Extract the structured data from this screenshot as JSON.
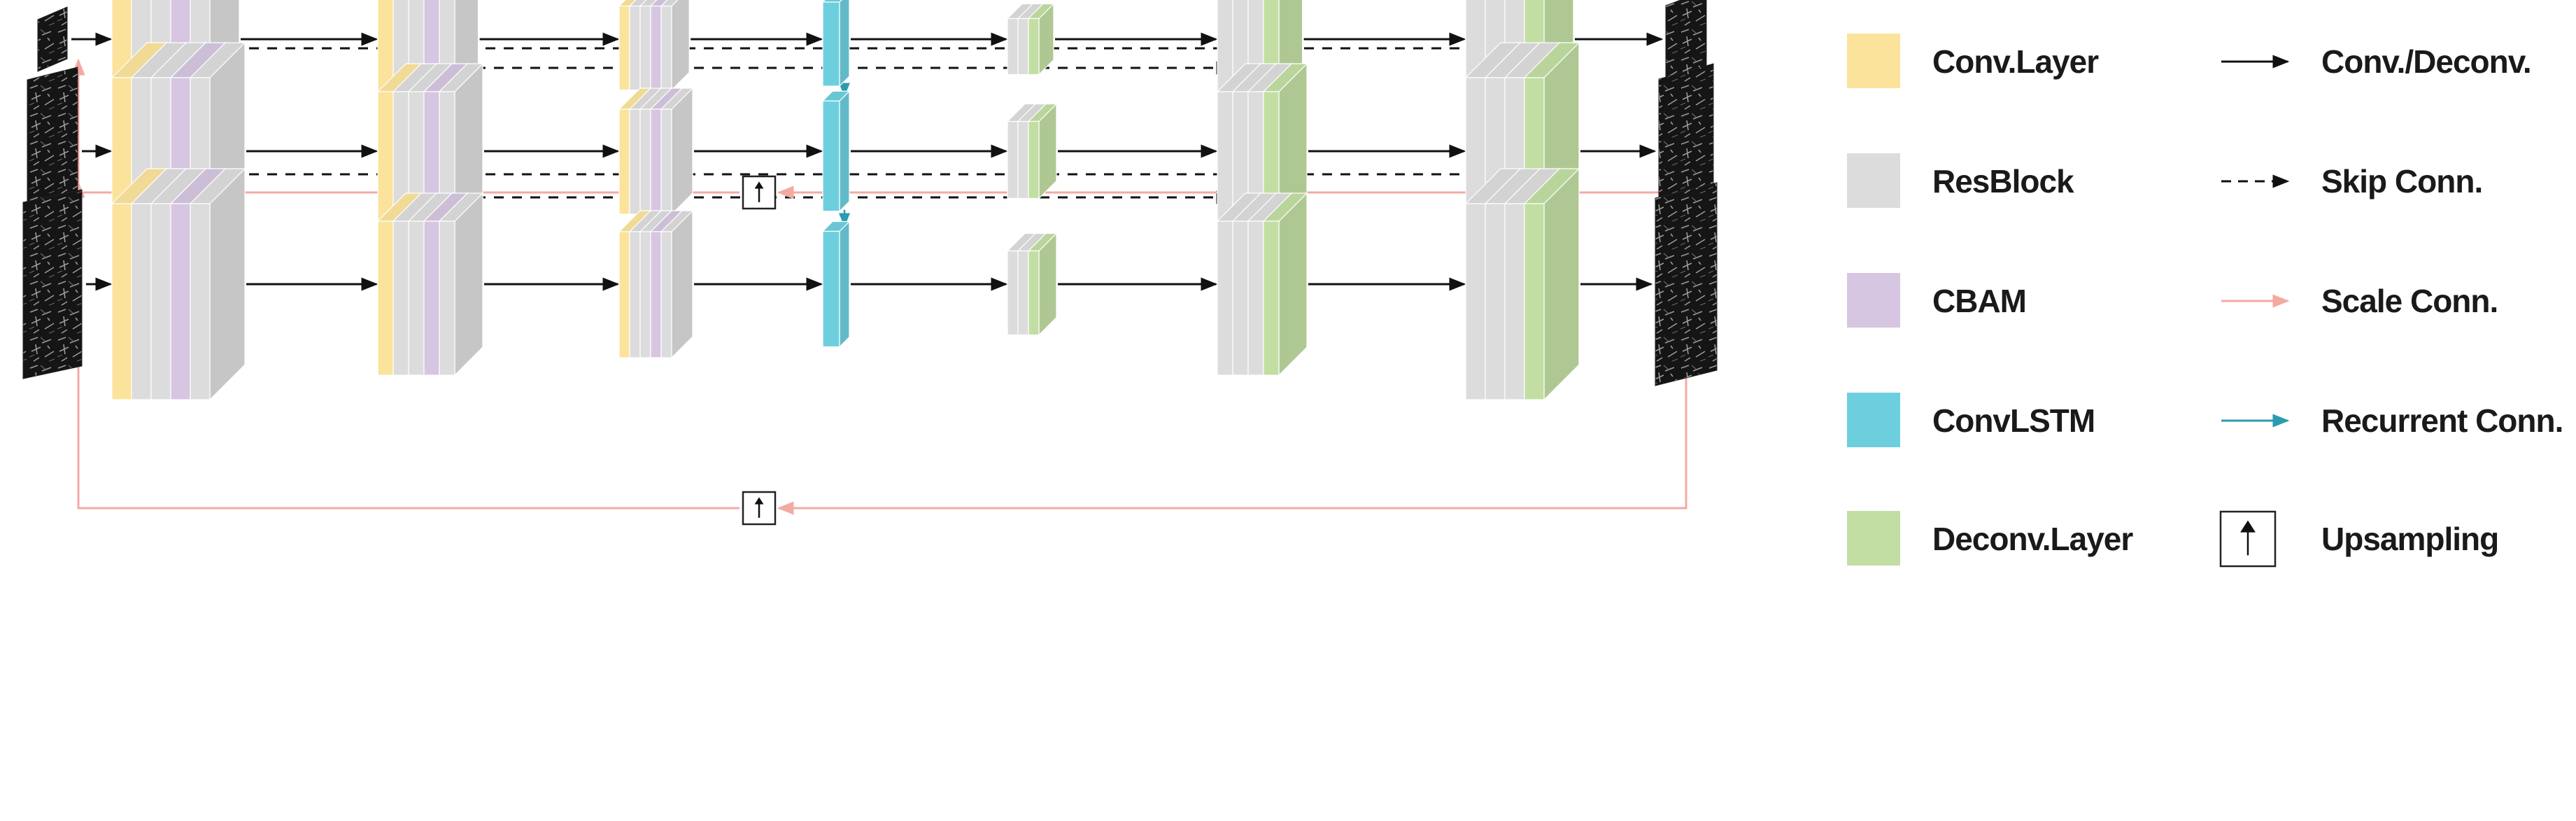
{
  "colors": {
    "conv": "#fbe39b",
    "resblock": "#dcdcdc",
    "cbam": "#d6c6e1",
    "convlstm": "#6dcfde",
    "deconv": "#c2dea3",
    "scale": "#f4a9a3",
    "recurrent": "#2a9bb0",
    "arrow": "#111111"
  },
  "legend": {
    "blocks": [
      {
        "key": "conv",
        "label": "Conv.Layer"
      },
      {
        "key": "resblock",
        "label": "ResBlock"
      },
      {
        "key": "cbam",
        "label": "CBAM"
      },
      {
        "key": "convlstm",
        "label": "ConvLSTM"
      },
      {
        "key": "deconv",
        "label": "Deconv.Layer"
      }
    ],
    "connections": [
      {
        "key": "solid",
        "label": "Conv./Deconv."
      },
      {
        "key": "dashed",
        "label": "Skip Conn."
      },
      {
        "key": "scale",
        "label": "Scale Conn."
      },
      {
        "key": "recurrent",
        "label": "Recurrent Conn."
      },
      {
        "key": "upsampling",
        "label": "Upsampling"
      }
    ]
  },
  "scales": 3
}
